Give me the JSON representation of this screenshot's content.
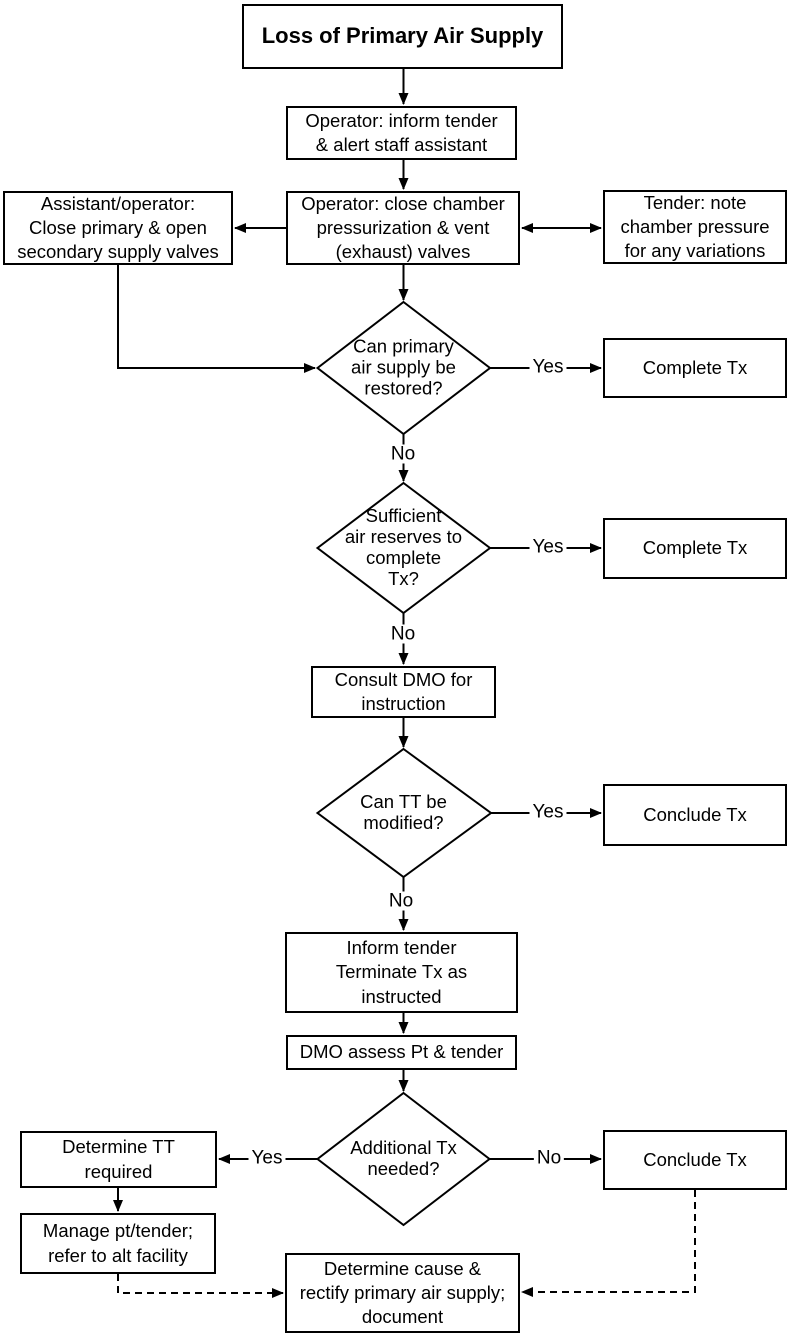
{
  "diagram": {
    "title": "Loss of Primary Air Supply",
    "nodes": {
      "inform_tender_alert": "Operator: inform tender\n& alert staff assistant",
      "assistant_valves": "Assistant/operator:\nClose primary & open\nsecondary supply valves",
      "close_chamber_valves": "Operator: close chamber\npressurization & vent\n(exhaust) valves",
      "tender_note_pressure": "Tender: note\nchamber pressure\nfor any variations",
      "complete_tx_1": "Complete Tx",
      "complete_tx_2": "Complete Tx",
      "consult_dmo": "Consult DMO for\ninstruction",
      "conclude_tx_1": "Conclude Tx",
      "inform_terminate": "Inform tender\nTerminate Tx as\ninstructed",
      "dmo_assess": "DMO assess Pt & tender",
      "determine_tt": "Determine TT\nrequired",
      "conclude_tx_2": "Conclude Tx",
      "manage_pt": "Manage pt/tender;\nrefer to alt facility",
      "determine_cause": "Determine cause &\nrectify primary air supply;\ndocument"
    },
    "decisions": {
      "primary_restored": "Can primary\nair supply be\nrestored?",
      "sufficient_reserves": "Sufficient\nair reserves to\ncomplete\nTx?",
      "tt_modified": "Can TT be\nmodified?",
      "additional_tx": "Additional Tx\nneeded?"
    },
    "labels": {
      "yes": "Yes",
      "no": "No"
    },
    "colors": {
      "line": "#000000",
      "node_fill": "#ffffff",
      "background": "#ffffff",
      "text": "#000000"
    }
  }
}
